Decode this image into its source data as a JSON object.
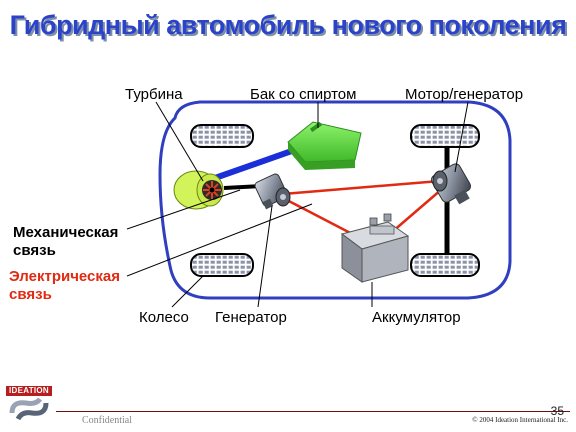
{
  "slide": {
    "title": "Гибридный автомобиль нового поколения",
    "labels": {
      "turbine": "Турбина",
      "alcohol_tank": "Бак со спиртом",
      "motor_generator": "Мотор/генератор",
      "mechanical_link_line1": "Механическая",
      "mechanical_link_line2": "связь",
      "electrical_link_line1": "Электрическая",
      "electrical_link_line2": "связь",
      "wheel": "Колесо",
      "generator": "Генератор",
      "battery": "Аккумулятор"
    },
    "logo_text": "IDEATION",
    "footer_left": "Confidential",
    "footer_right": "© 2004 Ideation International Inc.",
    "page_number": "35"
  },
  "colors": {
    "title": "#2b43c8",
    "car_outline": "#2f3fc0",
    "mechanical_link": "#000000",
    "electrical_link": "#e02a12",
    "tank": "#5fe03a",
    "turbine": "#c9f24a"
  }
}
